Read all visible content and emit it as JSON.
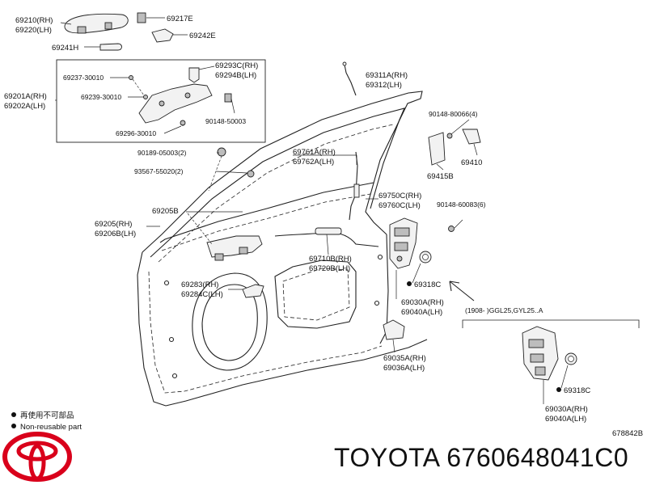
{
  "labels": {
    "p69210": "69210(RH)",
    "p69220": "69220(LH)",
    "p69217E": "69217E",
    "p69242E": "69242E",
    "p69241H": "69241H",
    "p69237": "69237-30010",
    "p69293C": "69293C(RH)",
    "p69294B": "69294B(LH)",
    "p69201A": "69201A(RH)",
    "p69202A": "69202A(LH)",
    "p69239": "69239-30010",
    "p90148a": "90148-50003",
    "p69296": "69296-30010",
    "p69311A": "69311A(RH)",
    "p69312": "69312(LH)",
    "p90148b": "90148-80066(4)",
    "p69415B": "69415B",
    "p69410": "69410",
    "p90189": "90189-05003(2)",
    "p93567": "93567-55020(2)",
    "p69761A": "69761A(RH)",
    "p69762A": "69762A(LH)",
    "p69750C": "69750C(RH)",
    "p69760C": "69760C(LH)",
    "p90148c": "90148-60083(6)",
    "p69205B": "69205B",
    "p69205": "69205(RH)",
    "p69206B": "69206B(LH)",
    "p69710B": "69710B(RH)",
    "p69720B": "69720B(LH)",
    "p69318C_a": "69318C",
    "p69283": "69283(RH)",
    "p69284C": "69284C(LH)",
    "p69030A_a": "69030A(RH)",
    "p69040A_a": "69040A(LH)",
    "variant": "(1908-    )GGL25,GYL25..A",
    "p69035A": "69035A(RH)",
    "p69036A": "69036A(LH)",
    "p69318C_b": "69318C",
    "p69030A_b": "69030A(RH)",
    "p69040A_b": "69040A(LH)",
    "legend1": "再使用不可部品",
    "legend2": "Non-reusable part",
    "diagram_id": "678842B"
  },
  "brand": {
    "text": "TOYOTA 6760648041C0",
    "logo_color": "#d9001b"
  }
}
